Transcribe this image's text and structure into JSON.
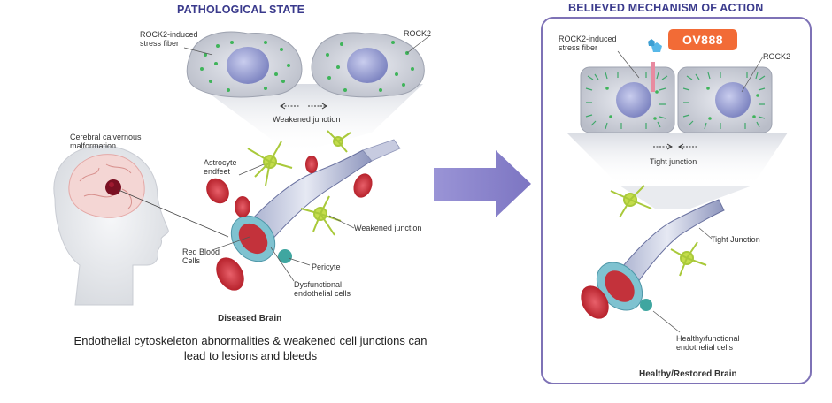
{
  "left": {
    "title": "PATHOLOGICAL STATE",
    "labels": {
      "rock2_stress_fiber": "ROCK2-induced\nstress fiber",
      "rock2": "ROCK2",
      "weakened_junction_top": "Weakened junction",
      "cerebral": "Cerebral calvernous\nmalformation",
      "astrocyte": "Astrocyte\nendfeet",
      "weakened_junction_side": "Weakened junction",
      "rbc": "Red Blood\nCells",
      "pericyte": "Pericyte",
      "dysfunctional": "Dysfunctional\nendothelial cells",
      "footer": "Diseased Brain"
    },
    "caption": "Endothelial cytoskeleton abnormalities & weakened cell junctions can lead to lesions and bleeds"
  },
  "right": {
    "title": "BELIEVED MECHANISM OF ACTION",
    "badge": "OV888",
    "labels": {
      "rock2_stress_fiber": "ROCK2-induced\nstress fiber",
      "rock2": "ROCK2",
      "tight_junction_top": "Tight junction",
      "tight_junction_side": "Tight Junction",
      "healthy": "Healthy/functional\nendothelial cells",
      "footer": "Healthy/Restored Brain"
    }
  },
  "colors": {
    "title": "#3a3a8c",
    "arrow": "#8c86cc",
    "panel_border": "#7e72b6",
    "badge": "#f26b36",
    "rbc": "#c8242c",
    "astrocyte": "#b4d23a",
    "vessel": "#6fb8c8"
  }
}
